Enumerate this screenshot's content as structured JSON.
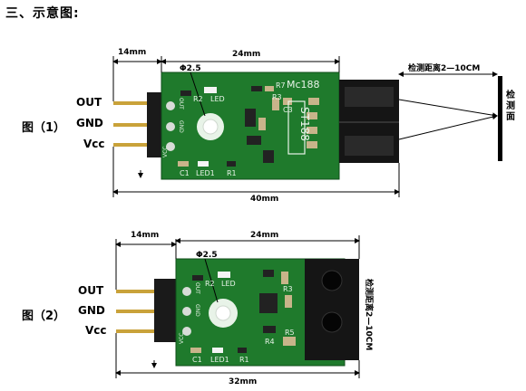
{
  "heading": "三、示意图:",
  "figure1": {
    "label": "图（1）",
    "pins": [
      "OUT",
      "GND",
      "Vcc"
    ],
    "dim_pin": "14mm",
    "dim_hole": "Φ2.5",
    "dim_top": "24mm",
    "dim_total": "40mm",
    "detect_distance": "检测距离2—10CM",
    "surface_label": "检测面",
    "board_text": {
      "model": "ST188",
      "brand": "Mc188",
      "r7": "R7",
      "r2": "R2",
      "led": "LED",
      "c1": "C1",
      "led1": "LED1",
      "r1": "R1",
      "r3": "R3",
      "c3": "C3",
      "out": "OUT",
      "gnd": "GND",
      "vcc": "VCC"
    }
  },
  "figure2": {
    "label": "图（2）",
    "pins": [
      "OUT",
      "GND",
      "Vcc"
    ],
    "dim_pin": "14mm",
    "dim_hole": "Φ2.5",
    "dim_top": "24mm",
    "dim_total": "32mm",
    "detect_distance": "检测距离2—10CM",
    "board_text": {
      "r2": "R2",
      "led": "LED",
      "c1": "C1",
      "led1": "LED1",
      "r1": "R1",
      "r3": "R3",
      "r4": "R4",
      "r5": "R5",
      "out": "OUT",
      "gnd": "GND",
      "vcc": "VCC"
    }
  },
  "colors": {
    "pcb": "#1f7a2c",
    "pcb_dark": "#12591e",
    "silk": "#e8f3e8",
    "header": "#1a1a1a",
    "pin": "#c9a23a",
    "sensor": "#151515"
  }
}
